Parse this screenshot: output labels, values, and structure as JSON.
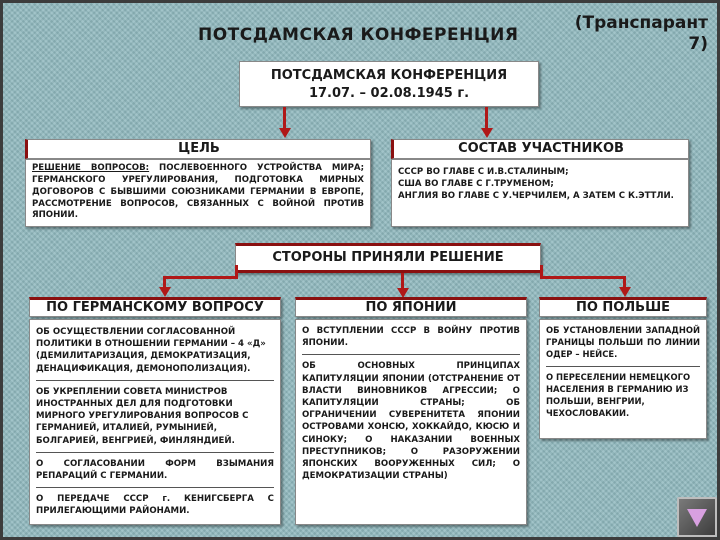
{
  "slide": {
    "title": "ПОТСДАМСКАЯ КОНФЕРЕНЦИЯ",
    "transparency_label": "(Транспарант 7)"
  },
  "conference": {
    "name": "ПОТСДАМСКАЯ КОНФЕРЕНЦИЯ",
    "dates": "17.07. – 02.08.1945 г."
  },
  "goal": {
    "header": "ЦЕЛЬ",
    "text_underlined": "РЕШЕНИЕ ВОПРОСОВ:",
    "text": " ПОСЛЕВОЕННОГО УСТРОЙСТВА МИРА; ГЕРМАНСКОГО УРЕГУЛИРОВАНИЯ, ПОДГОТОВКА МИРНЫХ ДОГОВОРОВ С БЫВШИМИ СОЮЗНИКАМИ ГЕРМАНИИ В ЕВРОПЕ, РАССМОТРЕНИЕ ВОПРОСОВ, СВЯЗАННЫХ С ВОЙНОЙ ПРОТИВ ЯПОНИИ."
  },
  "participants": {
    "header": "СОСТАВ УЧАСТНИКОВ",
    "lines": [
      "СССР ВО ГЛАВЕ С И.В.СТАЛИНЫМ;",
      "США ВО ГЛАВЕ С Г.ТРУМЕНОМ;",
      "АНГЛИЯ ВО ГЛАВЕ С У.ЧЕРЧИЛЕМ, А ЗАТЕМ С К.ЭТТЛИ."
    ]
  },
  "decision": {
    "header": "СТОРОНЫ ПРИНЯЛИ РЕШЕНИЕ"
  },
  "germany": {
    "header": "ПО ГЕРМАНСКОМУ ВОПРОСУ",
    "items": [
      "ОБ ОСУЩЕСТВЛЕНИИ СОГЛАСОВАННОЙ ПОЛИТИКИ В ОТНОШЕНИИ ГЕРМАНИИ – 4 «Д» (ДЕМИЛИТАРИЗАЦИЯ, ДЕМОКРАТИЗАЦИЯ, ДЕНАЦИФИКАЦИЯ, ДЕМОНОПОЛИЗАЦИЯ).",
      "ОБ УКРЕПЛЕНИИ СОВЕТА МИНИСТРОВ ИНОСТРАННЫХ ДЕЛ ДЛЯ ПОДГОТОВКИ МИРНОГО УРЕГУЛИРОВАНИЯ ВОПРОСОВ С ГЕРМАНИЕЙ, ИТАЛИЕЙ, РУМЫНИЕЙ, БОЛГАРИЕЙ, ВЕНГРИЕЙ, ФИНЛЯНДИЕЙ.",
      "О СОГЛАСОВАНИИ ФОРМ ВЗЫМАНИЯ РЕПАРАЦИЙ С ГЕРМАНИИ.",
      "О ПЕРЕДАЧЕ СССР г. КЕНИГСБЕРГА С ПРИЛЕГАЮЩИМИ РАЙОНАМИ."
    ]
  },
  "japan": {
    "header": "ПО ЯПОНИИ",
    "items": [
      "О ВСТУПЛЕНИИ СССР В ВОЙНУ ПРОТИВ ЯПОНИИ.",
      "ОБ ОСНОВНЫХ ПРИНЦИПАХ КАПИТУЛЯЦИИ ЯПОНИИ (ОТСТРАНЕНИЕ ОТ ВЛАСТИ ВИНОВНИКОВ АГРЕССИИ; О КАПИТУЛЯЦИИ СТРАНЫ; ОБ ОГРАНИЧЕНИИ СУВЕРЕНИТЕТА ЯПОНИИ ОСТРОВАМИ ХОНСЮ, ХОККАЙДО, КЮСЮ И СИНОКУ; О НАКАЗАНИИ ВОЕННЫХ ПРЕСТУПНИКОВ; О РАЗОРУЖЕНИИ ЯПОНСКИХ ВООРУЖЕННЫХ СИЛ; О ДЕМОКРАТИЗАЦИИ СТРАНЫ)"
    ]
  },
  "poland": {
    "header": "ПО ПОЛЬШЕ",
    "items": [
      "ОБ УСТАНОВЛЕНИИ ЗАПАДНОЙ ГРАНИЦЫ ПОЛЬШИ ПО ЛИНИИ ОДЕР – НЕЙСЕ.",
      "О ПЕРЕСЕЛЕНИИ НЕМЕЦКОГО НАСЕЛЕНИЯ В ГЕРМАНИЮ ИЗ ПОЛЬШИ, ВЕНГРИИ, ЧЕХОСЛОВАКИИ."
    ]
  },
  "colors": {
    "arrow": "#b01818",
    "accent_border": "#8a1010",
    "background": "#8fb8be"
  },
  "icons": {
    "nav_button": "next-slide-triangle-icon"
  }
}
